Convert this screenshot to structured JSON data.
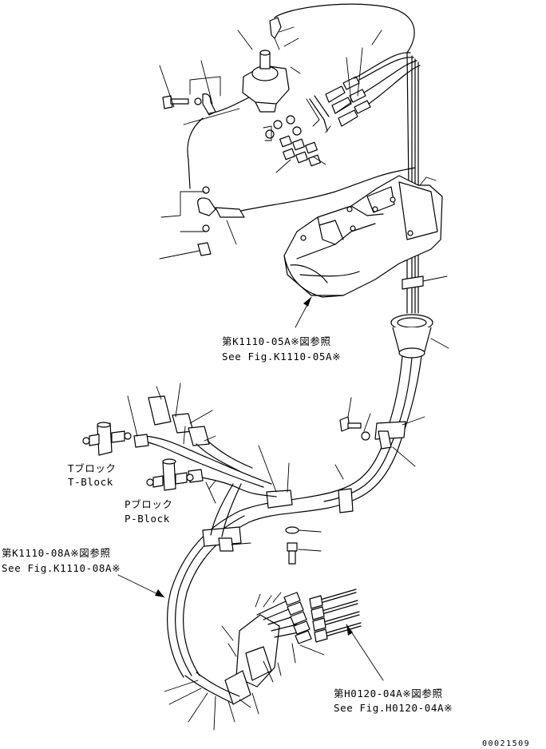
{
  "labels": {
    "ref_k1110_05a_jp": "第K1110-05A※図参照",
    "ref_k1110_05a_en": "See Fig.K1110-05A※",
    "t_block_jp": "Tブロック",
    "t_block_en": "T-Block",
    "p_block_jp": "Pブロック",
    "p_block_en": "P-Block",
    "ref_k1110_08a_jp": "第K1110-08A※図参照",
    "ref_k1110_08a_en": "See Fig.K1110-08A※",
    "ref_h0120_04a_jp": "第H0120-04A※図参照",
    "ref_h0120_04a_en": "See Fig.H0120-04A※",
    "serial": "00021509"
  }
}
